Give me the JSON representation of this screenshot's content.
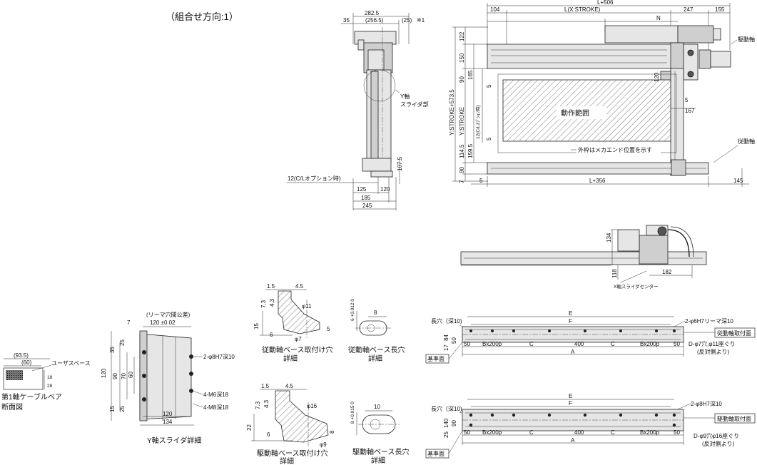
{
  "title": "（組合せ方向:1）",
  "front_view": {
    "dims": [
      "282.5",
      "35",
      "(256.5)",
      "(25)",
      "※1",
      "107.5",
      "125",
      "120",
      "185",
      "245"
    ],
    "option_note": "12(C/Lオプション時)",
    "slider_label_line1": "Y軸",
    "slider_label_line2": "スライダ部"
  },
  "top_view": {
    "top_dims": [
      "L+506",
      "104",
      "L(X:STROKE)",
      "247",
      "155",
      "N"
    ],
    "left_dims": [
      "Y:STROKE+573.5",
      "Y:STROKE",
      "12(C/Lｵﾌﾟｼｮﾝ時)",
      "122",
      "150",
      "90",
      "165",
      "5",
      "5",
      "114.5",
      "159.5",
      "90",
      "7"
    ],
    "right_dims": [
      "120",
      "5",
      "167"
    ],
    "bottom_dims": [
      "5",
      "L+356",
      "145"
    ],
    "work_area_label": "動作範囲",
    "mecha_end_note": "外枠はメカエンド位置を示す",
    "drive_axis_label": "駆動軸",
    "driven_axis_label": "従動軸"
  },
  "side_view": {
    "dims": [
      "134",
      "118",
      "182"
    ],
    "slider_center_label": "X軸スライダセンター"
  },
  "cable_section": {
    "dims": [
      "(93.5)",
      "(60)",
      "18",
      "28"
    ],
    "user_space_label": "ユーザスペース",
    "caption_line1": "第1軸ケーブルベア",
    "caption_line2": "断面図"
  },
  "slider_detail": {
    "top_labels": [
      "(リーマ穴間公差)",
      "120 ±0.02"
    ],
    "dims_left": [
      "7",
      "25",
      "35",
      "120",
      "90",
      "70",
      "60",
      "15",
      "25"
    ],
    "dims_bottom": [
      "120",
      "134"
    ],
    "callouts": [
      "2-φ8H7深10",
      "4-M6深18",
      "4-M8深18"
    ],
    "caption": "Y軸スライダ詳細"
  },
  "hole_details": {
    "driven_hole": {
      "dims": [
        "1.5",
        "4.5",
        "7.3",
        "4.3",
        "15",
        "6",
        "φ11",
        "φ7",
        "5"
      ],
      "caption_line1": "従動軸ベース取付け穴",
      "caption_line2": "詳細"
    },
    "driven_slot": {
      "dims": [
        "6 +0.012 0",
        "8"
      ],
      "caption_line1": "従動軸ベース長穴",
      "caption_line2": "詳細"
    },
    "drive_hole": {
      "dims": [
        "1.5",
        "4.5",
        "7.3",
        "4.3",
        "22",
        "6",
        "φ16",
        "φ9",
        "8"
      ],
      "caption_line1": "駆動軸ベース取付け穴",
      "caption_line2": "詳細"
    },
    "drive_slot": {
      "dims": [
        "8 +0.015 0",
        "10"
      ],
      "caption_line1": "駆動軸ベース長穴",
      "caption_line2": "詳細"
    }
  },
  "base_driven": {
    "top_labels": [
      "長穴（深10)",
      "E",
      "F",
      "2-φ6H7リーマ深10"
    ],
    "side_dims": [
      "84",
      "17",
      "50"
    ],
    "bottom_dims": [
      "50",
      "Bx200p",
      "C",
      "400",
      "C",
      "Bx200p",
      "50",
      "A"
    ],
    "tag": "従動軸取付面",
    "note_line1": "D-φ7穴,φ11座ぐり",
    "note_line2": "(反対側より)",
    "datum": "基準面"
  },
  "base_drive": {
    "top_labels": [
      "長穴（深10)",
      "E",
      "F",
      "2-φ8H7深10"
    ],
    "side_dims": [
      "140",
      "90",
      "25"
    ],
    "bottom_dims": [
      "50",
      "Bx200p",
      "C",
      "400",
      "C",
      "Bx200p",
      "50",
      "A"
    ],
    "tag": "駆動軸取付面",
    "note_line1": "D-φ9穴φ16座ぐり",
    "note_line2": "(反対側より)",
    "datum": "基準面"
  }
}
